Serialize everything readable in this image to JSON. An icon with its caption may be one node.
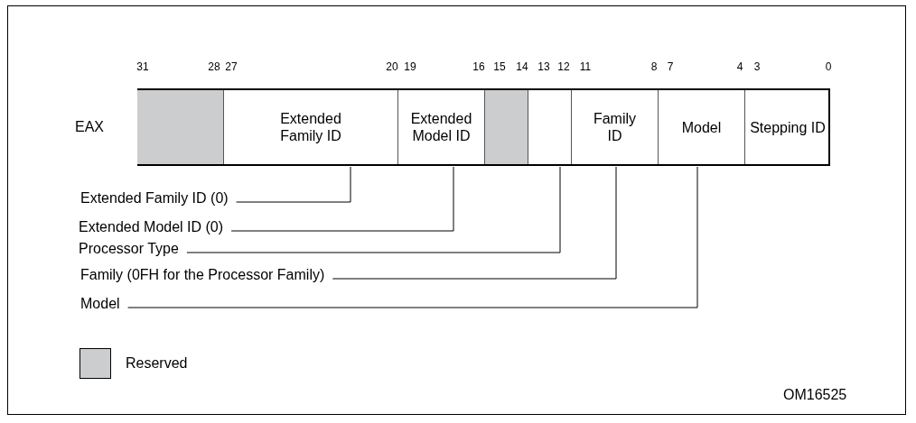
{
  "diagram": {
    "nodes": [
      {
        "text": [],
        "shape": "box"
      },
      {
        "text": [
          "Extended Family ID"
        ]
      },
      {
        "text": [
          "Extended Model ID"
        ]
      },
      {
        "text": [],
        "shape": "box"
      },
      {
        "text": [],
        "shape": "box"
      },
      {
        "text": [
          "Family ID"
        ]
      },
      {
        "text": [
          "Model"
        ]
      },
      {
        "text": [
          "Stepping ID"
        ]
      },
      {
        "text": [
          "Extended Family ID (0)"
        ]
      },
      {
        "text": [
          "Extended Model ID (0)"
        ]
      },
      {
        "text": [
          "Processor Type"
        ]
      },
      {
        "text": [
          "Family (0FH for the Processor Family)"
        ]
      },
      {
        "text": [
          "Model"
        ]
      }
    ],
    "edges": [
      {
        "from": 8,
        "to": 1,
        "arrow": "none"
      },
      {
        "from": 9,
        "to": 2,
        "arrow": "none"
      },
      {
        "from": 10,
        "to": 4,
        "arrow": "none"
      },
      {
        "from": 11,
        "to": 5,
        "arrow": "none"
      },
      {
        "from": 12,
        "to": 6,
        "arrow": "none"
      }
    ],
    "labels": [
      "31",
      "28",
      "27",
      "20",
      "19",
      "16",
      "15",
      "14",
      "13",
      "12",
      "11",
      "8",
      "7",
      "4",
      "3",
      "0",
      "EAX",
      "OM16525"
    ],
    "legend": [
      {
        "text": "Reserved",
        "color": "#cccdcf"
      }
    ]
  }
}
